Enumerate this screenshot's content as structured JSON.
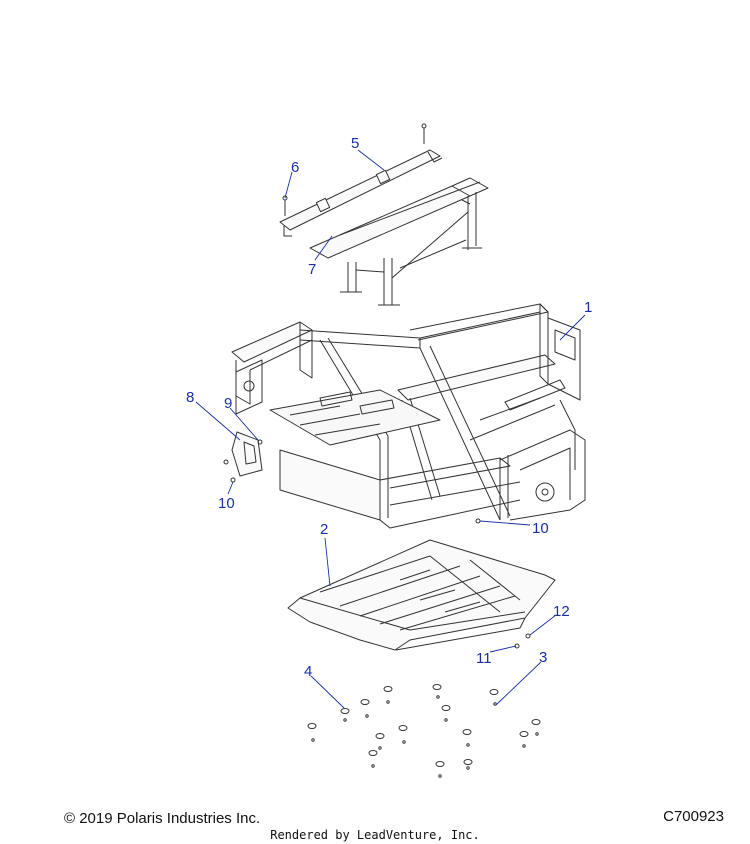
{
  "callouts": [
    {
      "id": "1",
      "label": "1"
    },
    {
      "id": "2",
      "label": "2"
    },
    {
      "id": "3",
      "label": "3"
    },
    {
      "id": "4",
      "label": "4"
    },
    {
      "id": "5",
      "label": "5"
    },
    {
      "id": "6",
      "label": "6"
    },
    {
      "id": "7",
      "label": "7"
    },
    {
      "id": "8",
      "label": "8"
    },
    {
      "id": "9",
      "label": "9"
    },
    {
      "id": "10a",
      "label": "10"
    },
    {
      "id": "10b",
      "label": "10"
    },
    {
      "id": "11",
      "label": "11"
    },
    {
      "id": "12",
      "label": "12"
    }
  ],
  "footer": {
    "copyright": "© 2019 Polaris Industries Inc.",
    "diagram_code": "C700923",
    "rendered_by": "Rendered by LeadVenture, Inc."
  },
  "colors": {
    "callout": "#1a2fa3",
    "line_art": "#333333"
  }
}
